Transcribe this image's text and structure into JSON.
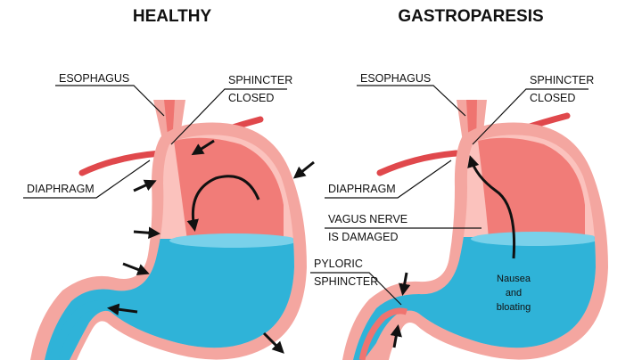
{
  "panels": {
    "healthy": {
      "title": "HEALTHY",
      "labels": {
        "esophagus": "ESOPHAGUS",
        "sphincter_line1": "SPHINCTER",
        "sphincter_line2": "CLOSED",
        "diaphragm": "DIAPHRAGM"
      }
    },
    "gastroparesis": {
      "title": "GASTROPARESIS",
      "labels": {
        "esophagus": "ESOPHAGUS",
        "sphincter_line1": "SPHINCTER",
        "sphincter_line2": "CLOSED",
        "diaphragm": "DIAPHRAGM",
        "vagus_line1": "VAGUS NERVE",
        "vagus_line2": "IS DAMAGED",
        "pyloric_line1": "PYLORIC",
        "pyloric_line2": "SPHINCTER",
        "symptom_line1": "Nausea",
        "symptom_line2": "and",
        "symptom_line3": "bloating"
      }
    }
  },
  "colors": {
    "wall_outer": "#f4a6a0",
    "wall_inner": "#ef7470",
    "interior": "#fbc2bd",
    "fluid": "#2fb3d8",
    "fluid_surface": "#79d1ea",
    "diaphragm": "#e0484c",
    "arrow": "#111111"
  }
}
